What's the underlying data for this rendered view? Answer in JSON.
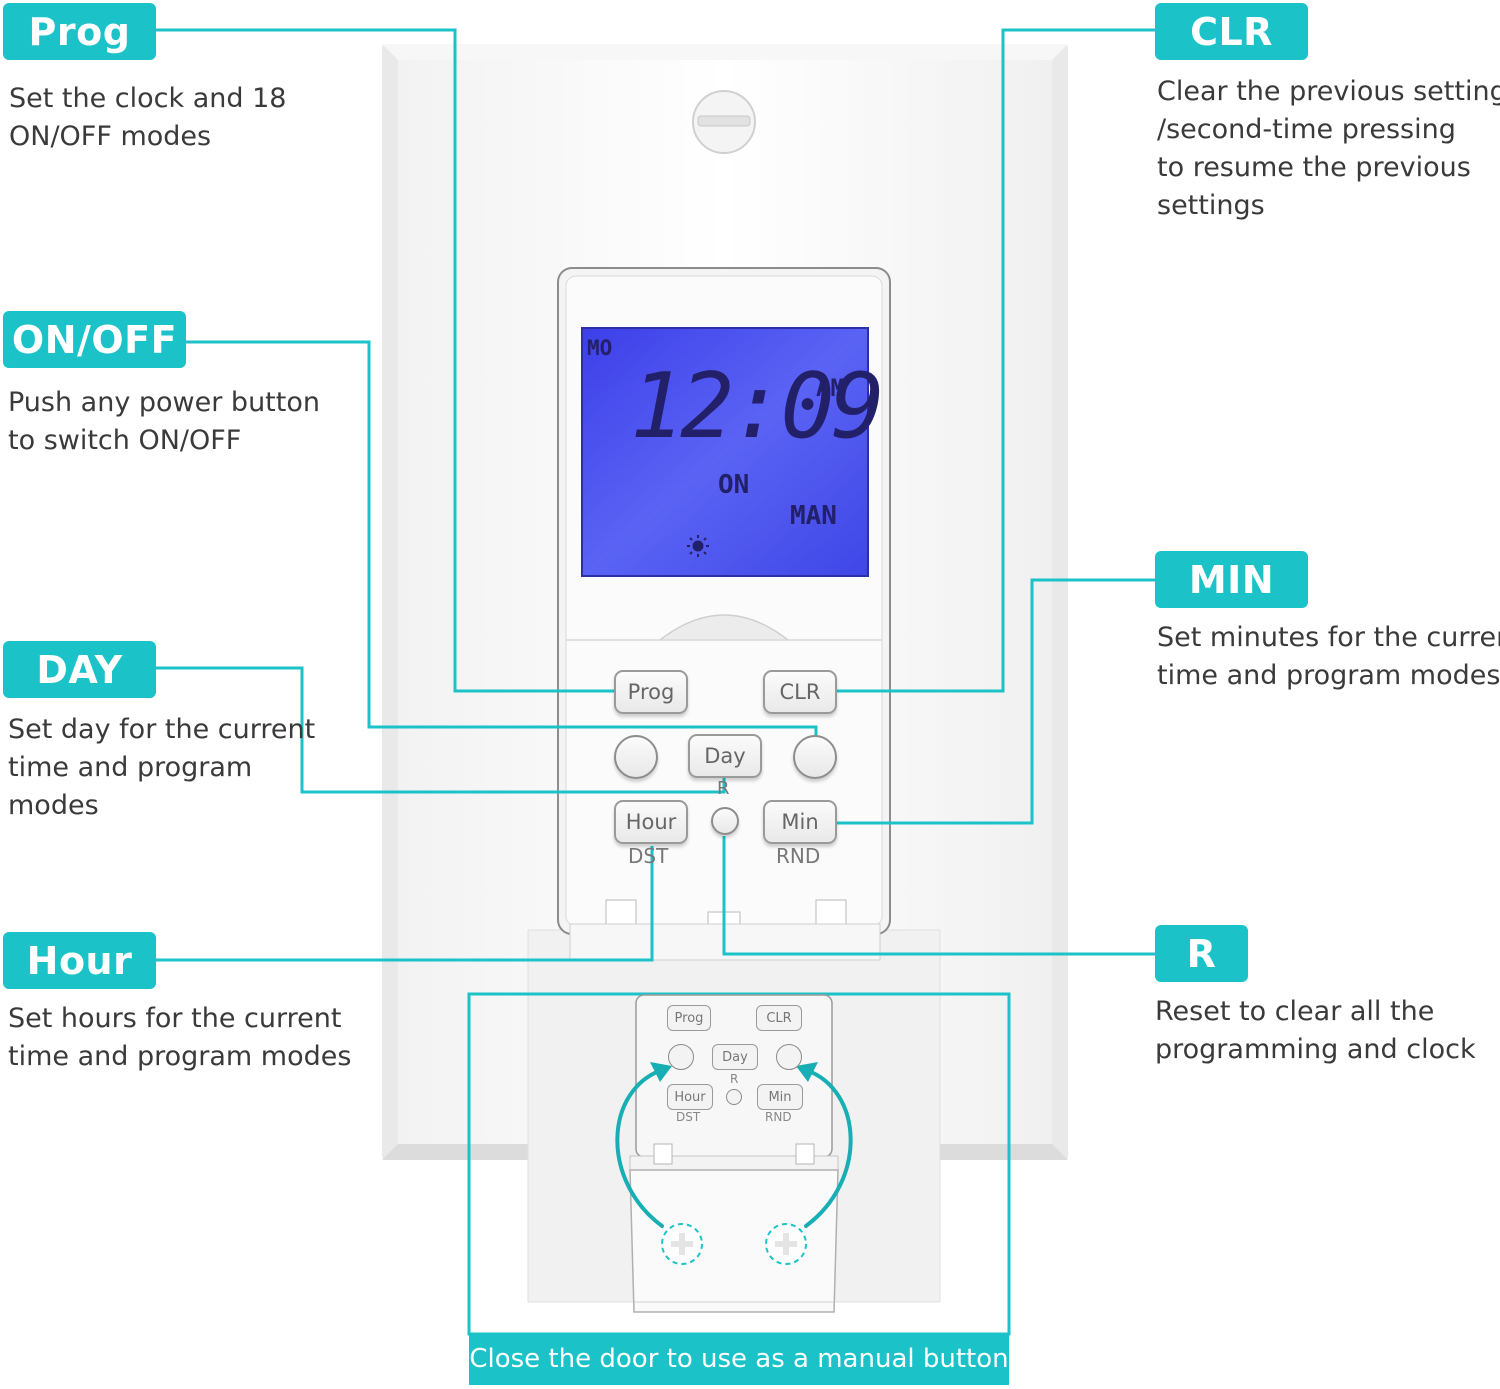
{
  "callouts": {
    "prog": {
      "tag": "Prog",
      "lines": [
        "Set the clock and 18",
        "ON/OFF modes"
      ]
    },
    "onoff": {
      "tag": "ON/OFF",
      "lines": [
        "Push any power button",
        "to switch ON/OFF"
      ]
    },
    "day": {
      "tag": "DAY",
      "lines": [
        "Set day for the current",
        "time and program",
        "modes"
      ]
    },
    "hour": {
      "tag": "Hour",
      "lines": [
        "Set hours for the current",
        "time and program modes"
      ]
    },
    "clr": {
      "tag": "CLR",
      "lines": [
        "Clear the previous setting",
        "/second-time pressing",
        "to resume the previous",
        "settings"
      ]
    },
    "min": {
      "tag": "MIN",
      "lines": [
        "Set minutes for the current",
        "time and program modes"
      ]
    },
    "r": {
      "tag": "R",
      "lines": [
        "Reset to clear all the",
        "programming and clock"
      ]
    }
  },
  "lcd": {
    "day": "MO",
    "time": "12:09",
    "ampm": "AM",
    "state": "ON",
    "mode": "MAN"
  },
  "buttons": {
    "prog": "Prog",
    "clr": "CLR",
    "day": "Day",
    "hour": "Hour",
    "min": "Min",
    "r_label": "R",
    "dst_label": "DST",
    "rnd_label": "RND"
  },
  "inset": {
    "caption": "Close the door to use as a manual button"
  },
  "colors": {
    "accent": "#1bc3c9",
    "lcd": "#4a55f0"
  }
}
